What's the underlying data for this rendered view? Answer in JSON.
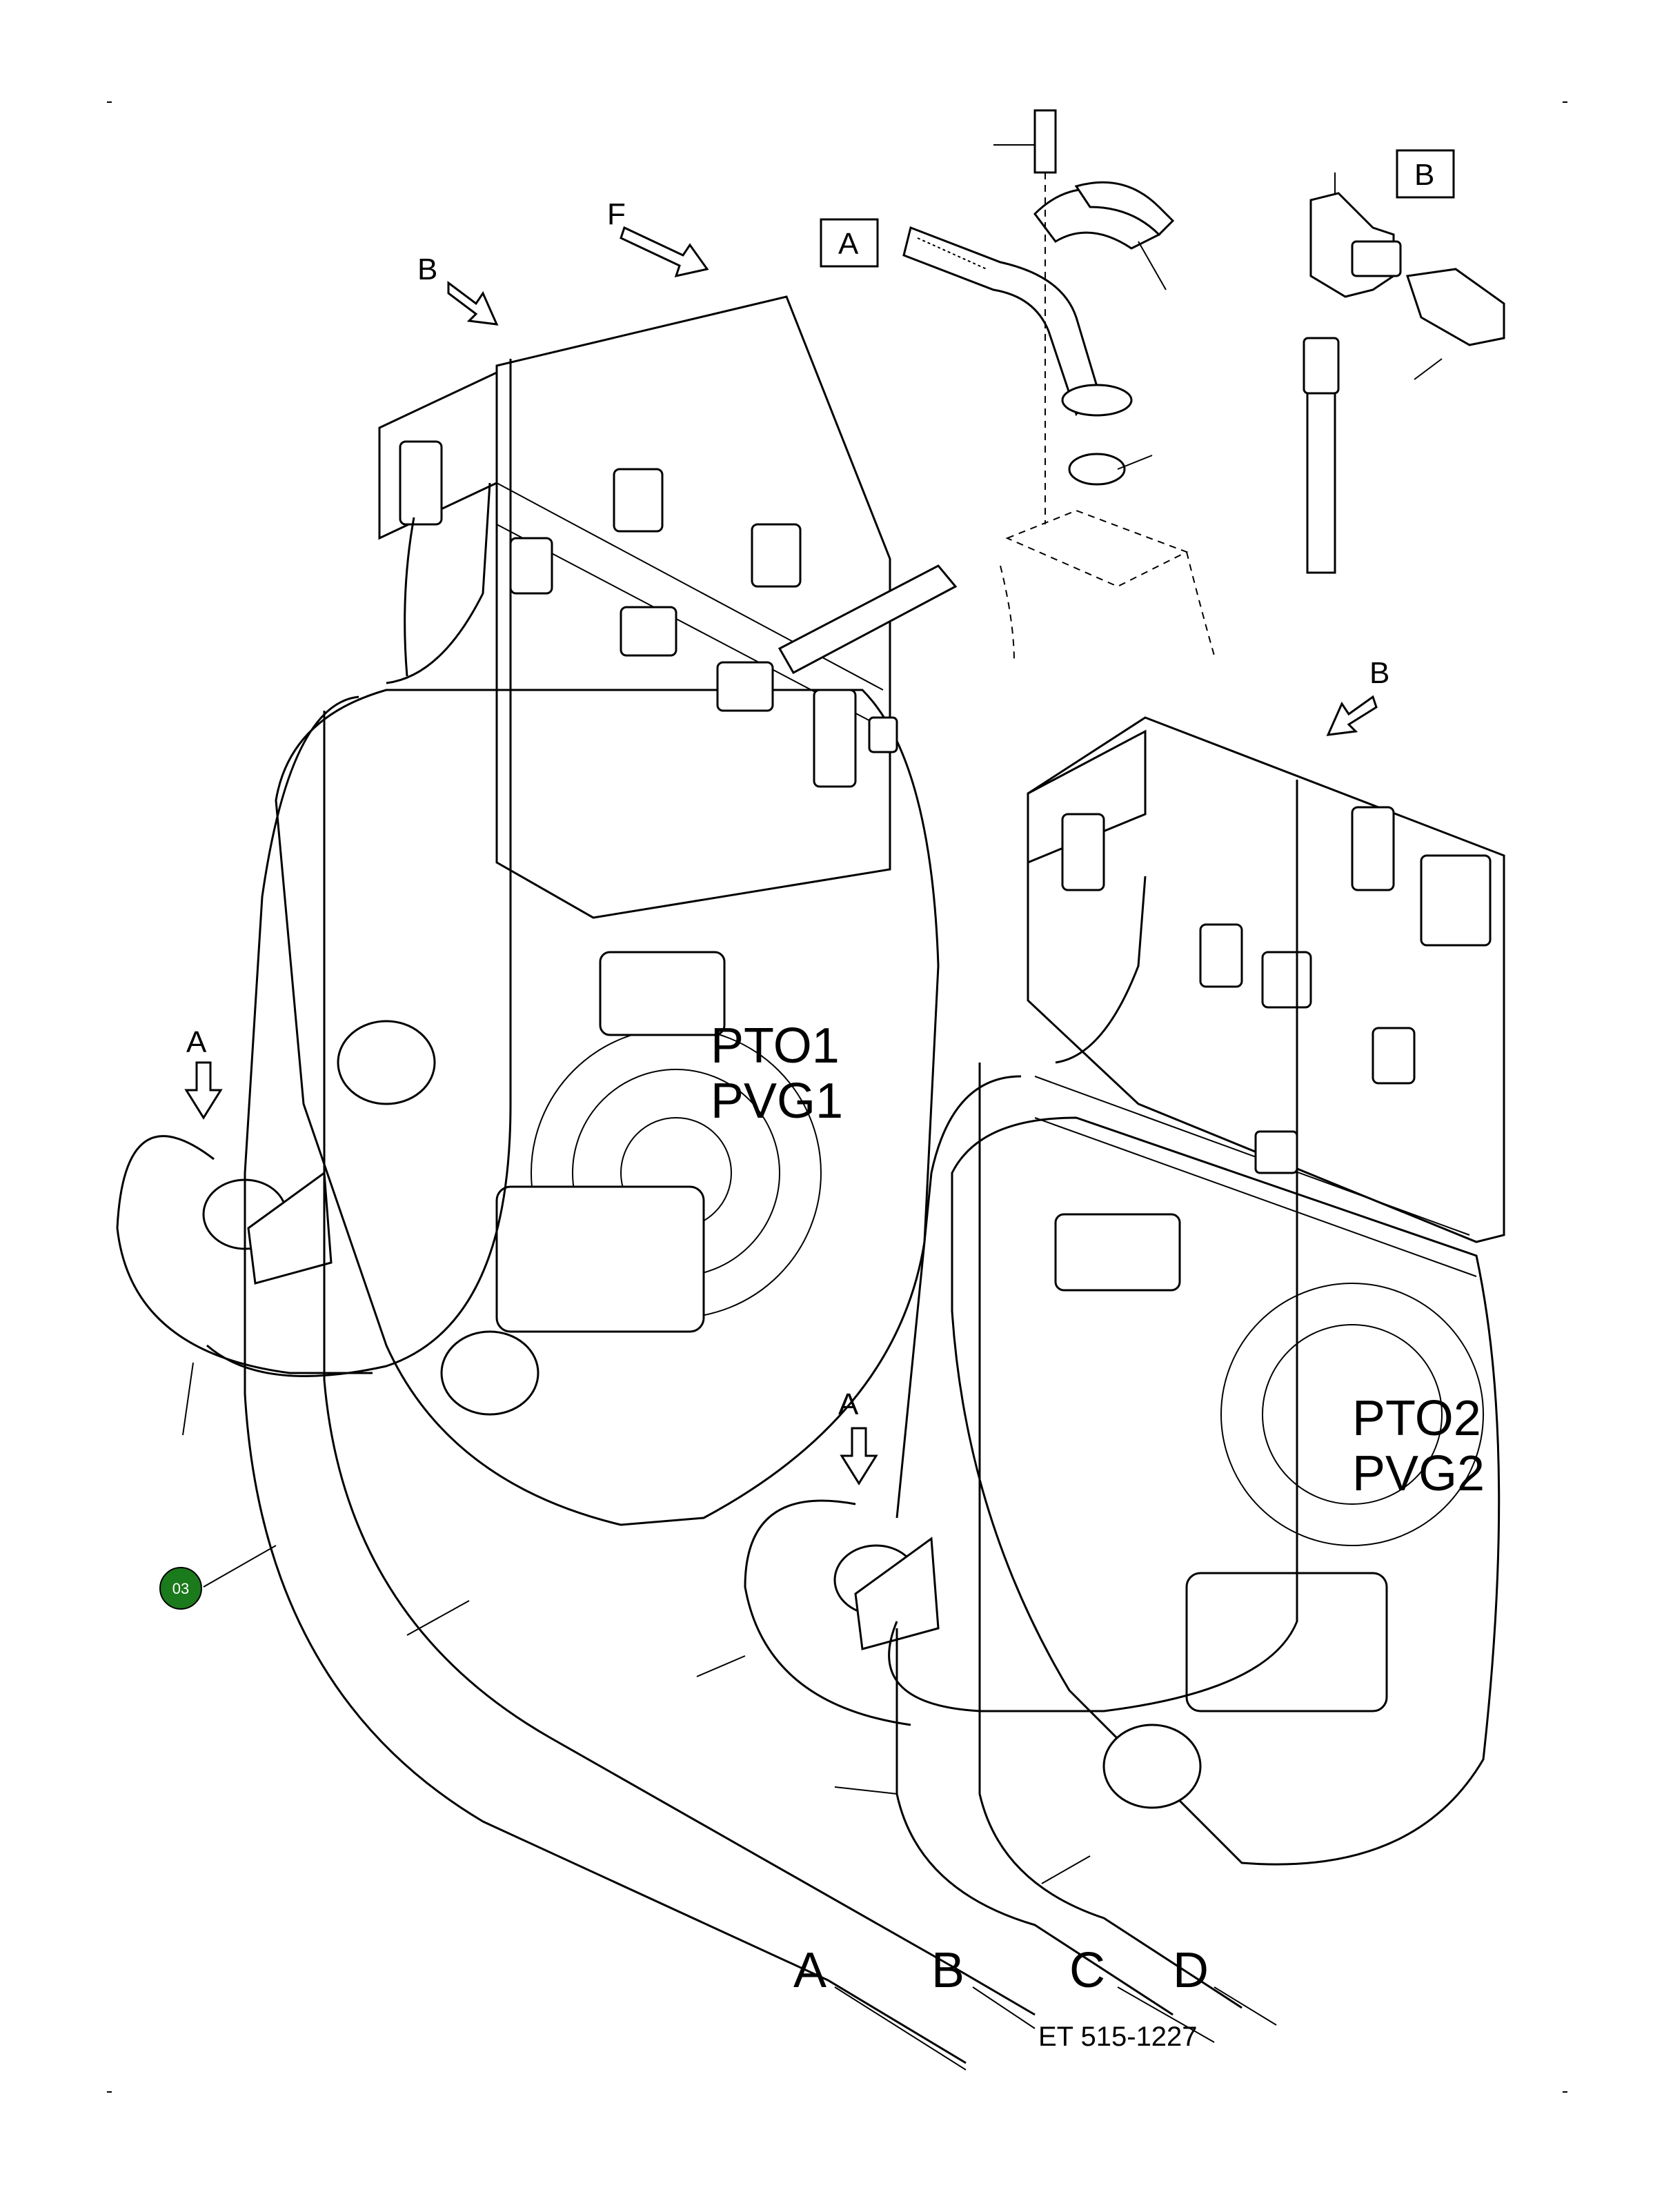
{
  "labels": {
    "pto1": "PTO1",
    "pvg1": "PVG1",
    "pto2": "PTO2",
    "pvg2": "PVG2",
    "hose_a": "A",
    "hose_b": "B",
    "hose_c": "C",
    "hose_d": "D",
    "detail_a": "A",
    "detail_b": "B",
    "arrow_b_top": "B",
    "arrow_b_right": "B",
    "arrow_a_left": "A",
    "arrow_a_mid": "A",
    "forward": "F",
    "part_badge": "03",
    "document_id": "ET 515-1227"
  },
  "colors": {
    "line": "#000000",
    "badge": "#1b7a1b",
    "hose_shade": "#b8b8b8"
  }
}
